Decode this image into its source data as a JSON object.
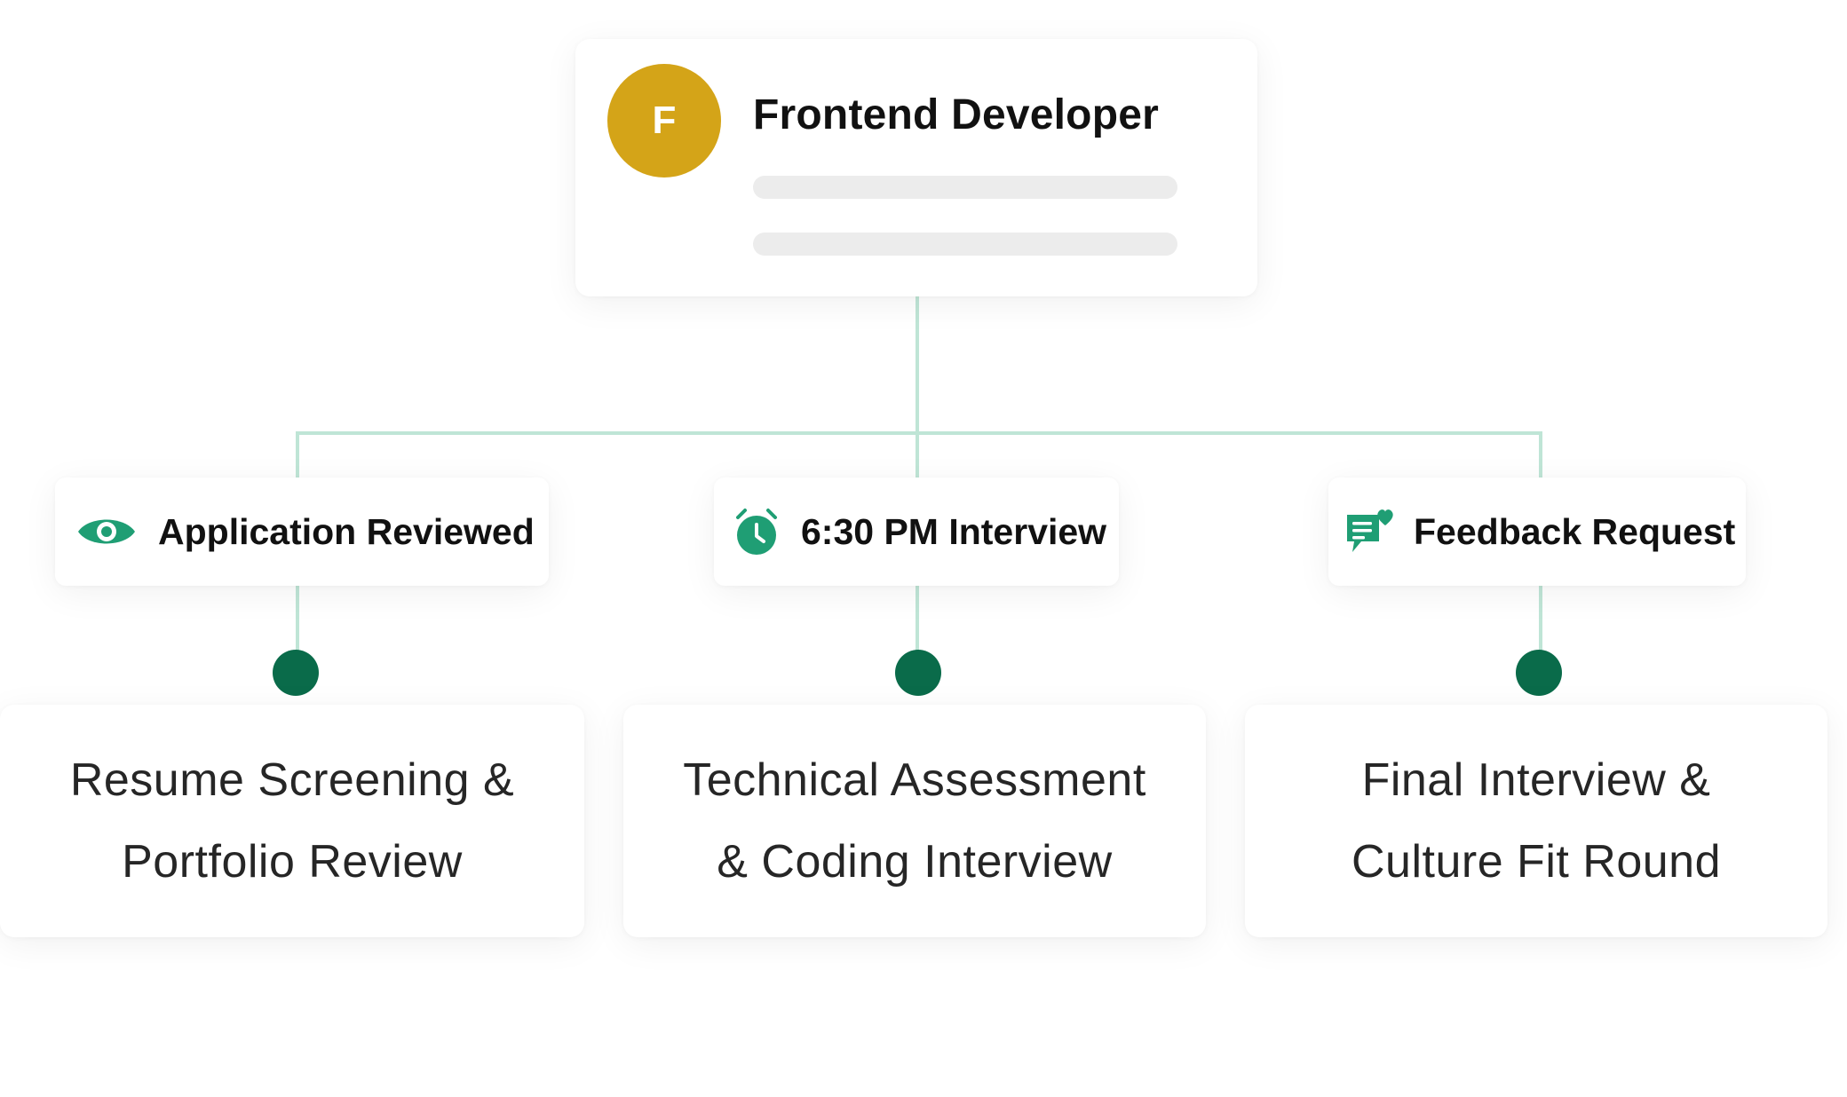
{
  "job": {
    "avatar_letter": "F",
    "title": "Frontend Developer"
  },
  "statuses": [
    {
      "icon": "eye-icon",
      "label": "Application Reviewed"
    },
    {
      "icon": "alarm-clock-icon",
      "label": "6:30 PM Interview"
    },
    {
      "icon": "chat-heart-icon",
      "label": "Feedback Request"
    }
  ],
  "stages": [
    {
      "line1": "Resume Screening &",
      "line2": "Portfolio Review"
    },
    {
      "line1": "Technical Assessment",
      "line2": "& Coding Interview"
    },
    {
      "line1": "Final Interview &",
      "line2": "Culture Fit Round"
    }
  ],
  "colors": {
    "avatar": "#d4a418",
    "icon_green": "#1f9e74",
    "dot_green": "#0a6b4a",
    "connector": "#bfe5d6"
  }
}
